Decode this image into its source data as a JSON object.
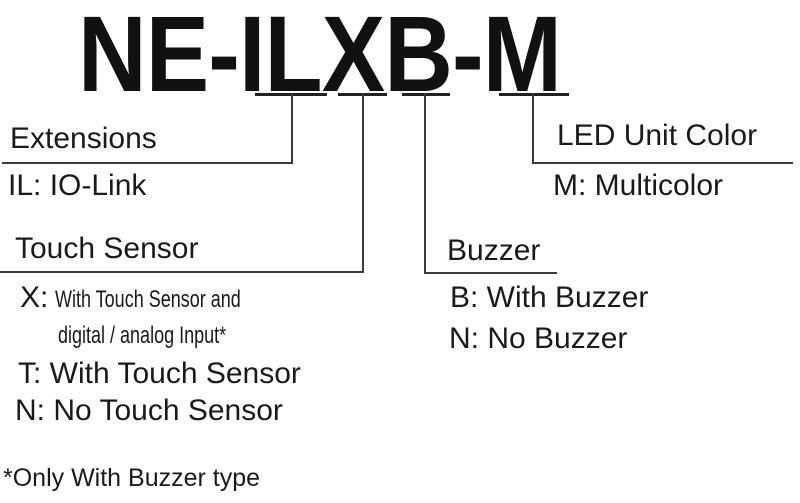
{
  "product_code": {
    "title": "NE-ILXB-M",
    "segments": [
      "IL",
      "X",
      "B",
      "M"
    ]
  },
  "callouts": {
    "extensions": {
      "label": "Extensions",
      "item_il": "IL: IO-Link"
    },
    "touch_sensor": {
      "label": "Touch Sensor",
      "item_x_code": "X:",
      "item_x_line1": "With Touch Sensor and",
      "item_x_line2": "digital / analog Input*",
      "item_t": "T: With Touch Sensor",
      "item_n": "N: No Touch Sensor"
    },
    "buzzer": {
      "label": "Buzzer",
      "item_b": "B: With Buzzer",
      "item_n": "N: No Buzzer"
    },
    "led_unit_color": {
      "label": "LED Unit Color",
      "item_m": "M: Multicolor"
    }
  },
  "footnote": "*Only With Buzzer type",
  "colors": {
    "background": "#ffffff",
    "text": "#1a1a1a",
    "underline": "#222222",
    "connector_line": "#3c3c3c"
  }
}
